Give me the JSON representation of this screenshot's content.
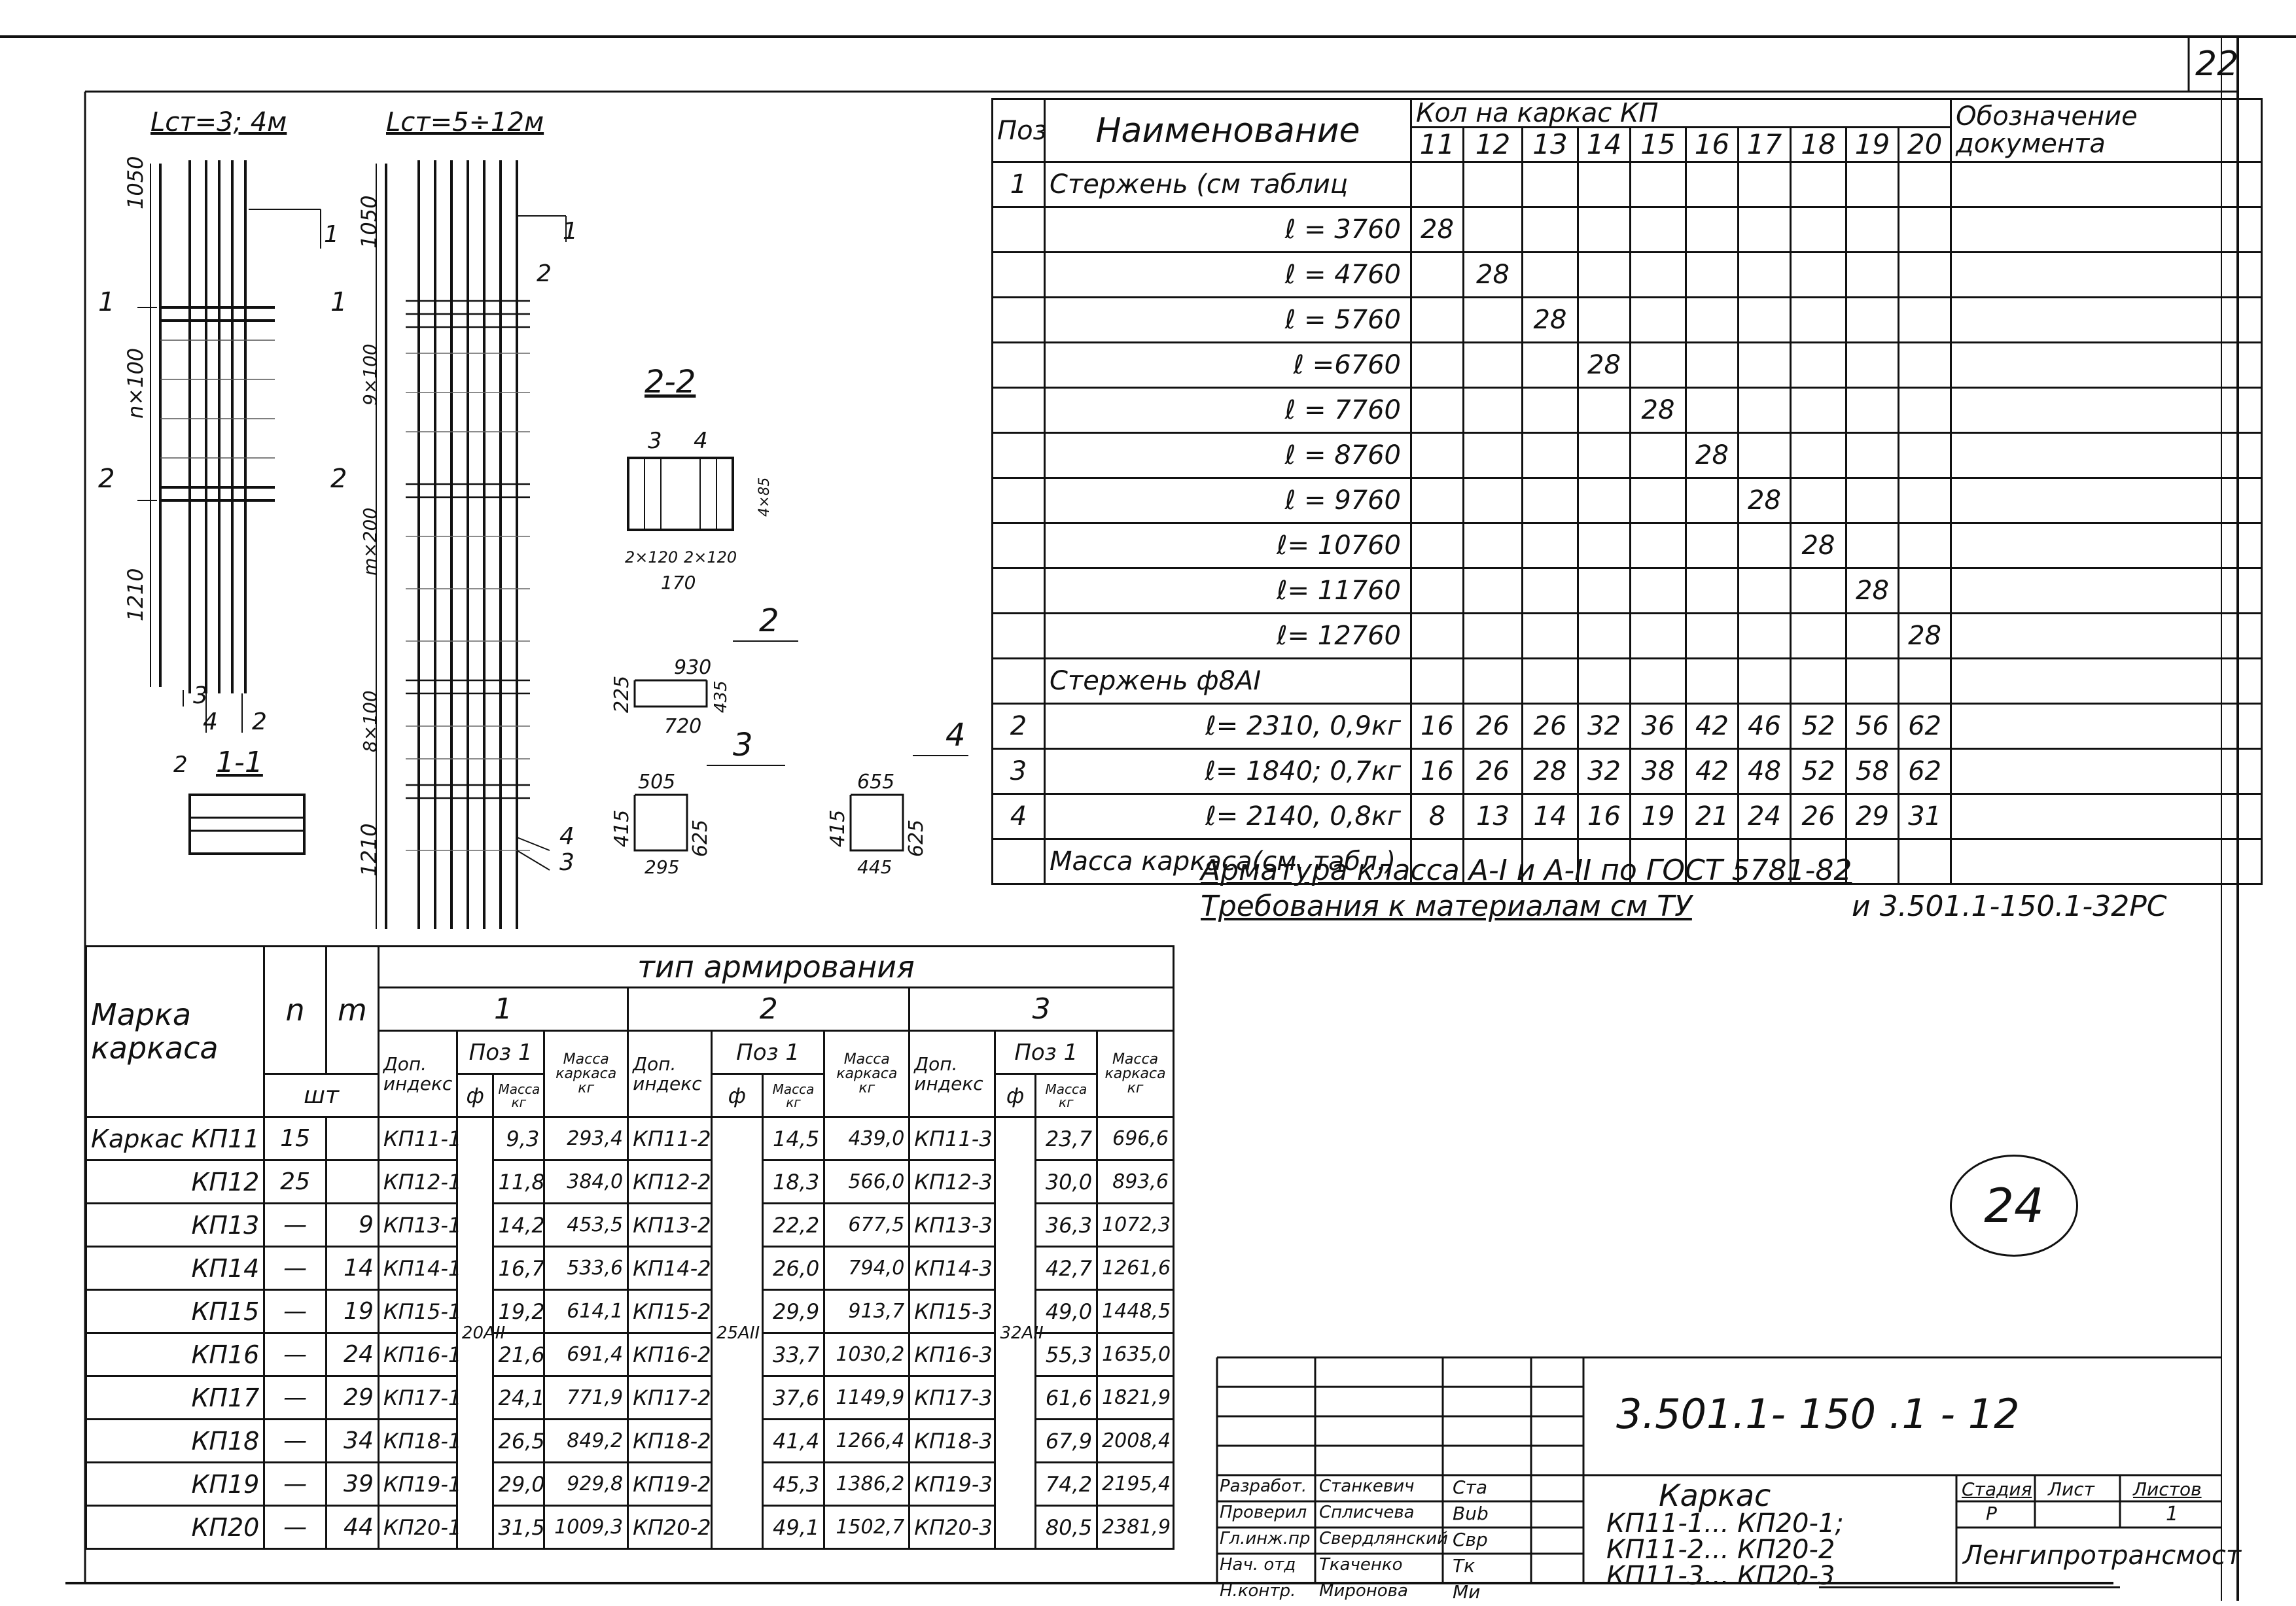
{
  "sheet_number": "22",
  "circle_mark": "24",
  "drawing": {
    "label_left": "Lст=3; 4м",
    "label_right": "Lст=5÷12м",
    "dims_left": [
      "1050",
      "n×100",
      "1210"
    ],
    "dims_right": [
      "1050",
      "9×100",
      "m×200",
      "8×100",
      "1210"
    ],
    "section_marks": [
      "1",
      "1",
      "2",
      "2"
    ],
    "callouts": [
      "1",
      "2",
      "3",
      "4",
      "2",
      "4",
      "3"
    ],
    "callouts_right": [
      "1",
      "2",
      "4",
      "3"
    ],
    "section_2_2": {
      "title": "2-2",
      "labels": [
        "3",
        "4"
      ],
      "dims": [
        "2×120",
        "2×120",
        "170",
        "4×85"
      ]
    },
    "section_1_1": {
      "title": "1-1",
      "label": "2"
    },
    "detail_2": {
      "pos": "2",
      "top": "930",
      "left": "225",
      "bottom": "720",
      "right": "435"
    },
    "detail_3": {
      "pos": "3",
      "top": "505",
      "left": "415",
      "bottom": "295",
      "right": "625"
    },
    "detail_4": {
      "pos": "4",
      "top": "655",
      "left": "415",
      "bottom": "445",
      "right": "625"
    }
  },
  "spec": {
    "header": {
      "pos": "Поз",
      "name": "Наименование",
      "qty_title": "Кол на каркас КП",
      "cols": [
        "11",
        "12",
        "13",
        "14",
        "15",
        "16",
        "17",
        "18",
        "19",
        "20"
      ],
      "doc": "Обозначение документа"
    },
    "rows": [
      {
        "pos": "1",
        "name": "Стержень (см таблиц",
        "vals": [
          "",
          "",
          "",
          "",
          "",
          "",
          "",
          "",
          "",
          ""
        ]
      },
      {
        "pos": "",
        "name": "ℓ = 3760",
        "vals": [
          "28",
          "",
          "",
          "",
          "",
          "",
          "",
          "",
          "",
          ""
        ]
      },
      {
        "pos": "",
        "name": "ℓ = 4760",
        "vals": [
          "",
          "28",
          "",
          "",
          "",
          "",
          "",
          "",
          "",
          ""
        ]
      },
      {
        "pos": "",
        "name": "ℓ = 5760",
        "vals": [
          "",
          "",
          "28",
          "",
          "",
          "",
          "",
          "",
          "",
          ""
        ]
      },
      {
        "pos": "",
        "name": "ℓ =6760",
        "vals": [
          "",
          "",
          "",
          "28",
          "",
          "",
          "",
          "",
          "",
          ""
        ]
      },
      {
        "pos": "",
        "name": "ℓ = 7760",
        "vals": [
          "",
          "",
          "",
          "",
          "28",
          "",
          "",
          "",
          "",
          ""
        ]
      },
      {
        "pos": "",
        "name": "ℓ = 8760",
        "vals": [
          "",
          "",
          "",
          "",
          "",
          "28",
          "",
          "",
          "",
          ""
        ]
      },
      {
        "pos": "",
        "name": "ℓ = 9760",
        "vals": [
          "",
          "",
          "",
          "",
          "",
          "",
          "28",
          "",
          "",
          ""
        ]
      },
      {
        "pos": "",
        "name": "ℓ= 10760",
        "vals": [
          "",
          "",
          "",
          "",
          "",
          "",
          "",
          "28",
          "",
          ""
        ]
      },
      {
        "pos": "",
        "name": "ℓ= 11760",
        "vals": [
          "",
          "",
          "",
          "",
          "",
          "",
          "",
          "",
          "28",
          ""
        ]
      },
      {
        "pos": "",
        "name": "ℓ= 12760",
        "vals": [
          "",
          "",
          "",
          "",
          "",
          "",
          "",
          "",
          "",
          "28"
        ]
      },
      {
        "pos": "",
        "name": "Стержень ф8АI",
        "vals": [
          "",
          "",
          "",
          "",
          "",
          "",
          "",
          "",
          "",
          ""
        ]
      },
      {
        "pos": "2",
        "name": "ℓ= 2310,  0,9кг",
        "vals": [
          "16",
          "26",
          "26",
          "32",
          "36",
          "42",
          "46",
          "52",
          "56",
          "62"
        ]
      },
      {
        "pos": "3",
        "name": "ℓ= 1840;  0,7кг",
        "vals": [
          "16",
          "26",
          "28",
          "32",
          "38",
          "42",
          "48",
          "52",
          "58",
          "62"
        ]
      },
      {
        "pos": "4",
        "name": "ℓ= 2140,  0,8кг",
        "vals": [
          "8",
          "13",
          "14",
          "16",
          "19",
          "21",
          "24",
          "26",
          "29",
          "31"
        ]
      },
      {
        "pos": "",
        "name": "Масса каркаса(см. табл.)",
        "vals": [
          "",
          "",
          "",
          "",
          "",
          "",
          "",
          "",
          "",
          ""
        ]
      }
    ]
  },
  "notes": {
    "line1": "Арматура  класса А-I и А-II по ГОСТ 5781-82",
    "line2a": "Требования  к материалам  см ТУ",
    "line2b": "и 3.501.1-150.1-32РС"
  },
  "type_table": {
    "title": "тип  армирования",
    "mark_header": "Марка каркаса",
    "n": "n",
    "m": "m",
    "unit": "шт",
    "groups": [
      "1",
      "2",
      "3"
    ],
    "sub": {
      "index": "Доп. индекс",
      "pos": "Поз 1",
      "phi": "ф",
      "mass_pos": "Масса кг",
      "mass_frame": "Масса каркаса кг"
    },
    "dia": [
      "20АII",
      "25АII",
      "32АII"
    ],
    "rows": [
      {
        "mark": "Каркас КП11",
        "n": "15",
        "m": "",
        "i1": "КП11-1",
        "p1": "9,3",
        "k1": "293,4",
        "i2": "КП11-2",
        "p2": "14,5",
        "k2": "439,0",
        "i3": "КП11-3",
        "p3": "23,7",
        "k3": "696,6"
      },
      {
        "mark": "КП12",
        "n": "25",
        "m": "",
        "i1": "КП12-1",
        "p1": "11,8",
        "k1": "384,0",
        "i2": "КП12-2",
        "p2": "18,3",
        "k2": "566,0",
        "i3": "КП12-3",
        "p3": "30,0",
        "k3": "893,6"
      },
      {
        "mark": "КП13",
        "n": "—",
        "m": "9",
        "i1": "КП13-1",
        "p1": "14,2",
        "k1": "453,5",
        "i2": "КП13-2",
        "p2": "22,2",
        "k2": "677,5",
        "i3": "КП13-3",
        "p3": "36,3",
        "k3": "1072,3"
      },
      {
        "mark": "КП14",
        "n": "—",
        "m": "14",
        "i1": "КП14-1",
        "p1": "16,7",
        "k1": "533,6",
        "i2": "КП14-2",
        "p2": "26,0",
        "k2": "794,0",
        "i3": "КП14-3",
        "p3": "42,7",
        "k3": "1261,6"
      },
      {
        "mark": "КП15",
        "n": "—",
        "m": "19",
        "i1": "КП15-1",
        "p1": "19,2",
        "k1": "614,1",
        "i2": "КП15-2",
        "p2": "29,9",
        "k2": "913,7",
        "i3": "КП15-3",
        "p3": "49,0",
        "k3": "1448,5"
      },
      {
        "mark": "КП16",
        "n": "—",
        "m": "24",
        "i1": "КП16-1",
        "p1": "21,6",
        "k1": "691,4",
        "i2": "КП16-2",
        "p2": "33,7",
        "k2": "1030,2",
        "i3": "КП16-3",
        "p3": "55,3",
        "k3": "1635,0"
      },
      {
        "mark": "КП17",
        "n": "—",
        "m": "29",
        "i1": "КП17-1",
        "p1": "24,1",
        "k1": "771,9",
        "i2": "КП17-2",
        "p2": "37,6",
        "k2": "1149,9",
        "i3": "КП17-3",
        "p3": "61,6",
        "k3": "1821,9"
      },
      {
        "mark": "КП18",
        "n": "—",
        "m": "34",
        "i1": "КП18-1",
        "p1": "26,5",
        "k1": "849,2",
        "i2": "КП18-2",
        "p2": "41,4",
        "k2": "1266,4",
        "i3": "КП18-3",
        "p3": "67,9",
        "k3": "2008,4"
      },
      {
        "mark": "КП19",
        "n": "—",
        "m": "39",
        "i1": "КП19-1",
        "p1": "29,0",
        "k1": "929,8",
        "i2": "КП19-2",
        "p2": "45,3",
        "k2": "1386,2",
        "i3": "КП19-3",
        "p3": "74,2",
        "k3": "2195,4"
      },
      {
        "mark": "КП20",
        "n": "—",
        "m": "44",
        "i1": "КП20-1",
        "p1": "31,5",
        "k1": "1009,3",
        "i2": "КП20-2",
        "p2": "49,1",
        "k2": "1502,7",
        "i3": "КП20-3",
        "p3": "80,5",
        "k3": "2381,9"
      }
    ]
  },
  "title_block": {
    "code": "3.501.1- 150 .1 - 12",
    "roles": [
      {
        "role": "Разработ.",
        "name": "Станкевич",
        "sign": "Ста"
      },
      {
        "role": "Проверил",
        "name": "Сплисчева",
        "sign": "Bub"
      },
      {
        "role": "Гл.инж.пр",
        "name": "Свердлянский",
        "sign": "Свр"
      },
      {
        "role": "Нач. отд",
        "name": "Ткаченко",
        "sign": "Тк"
      },
      {
        "role": "Н.контр.",
        "name": "Миронова",
        "sign": "Ми"
      }
    ],
    "title_lines": [
      "Каркас",
      "КП11-1... КП20-1;",
      "КП11-2... КП20-2",
      "КП11-3... КП20-3"
    ],
    "stage_label": "Стадия",
    "stage": "Р",
    "sheet_label": "Лист",
    "sheets_label": "Листов",
    "sheets": "1",
    "org": "Ленгипротрансмост"
  }
}
